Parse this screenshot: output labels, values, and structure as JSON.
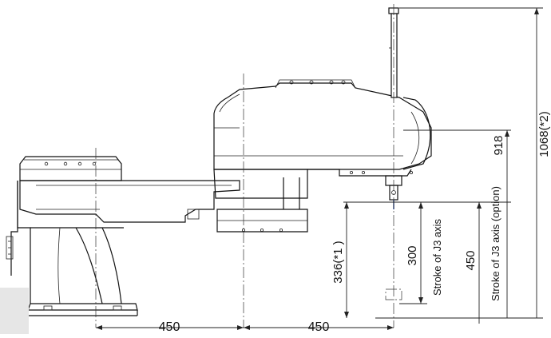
{
  "dimensions": {
    "left_reach": "450",
    "right_reach": "450",
    "height_top": "918",
    "height_total": "1068(*2)",
    "height_flange": "336(*1 )",
    "stroke_std": "300",
    "stroke_std_label": "Stroke of J3 axis",
    "stroke_opt": "450",
    "stroke_opt_label": "Stroke of J3 axis (option)"
  }
}
